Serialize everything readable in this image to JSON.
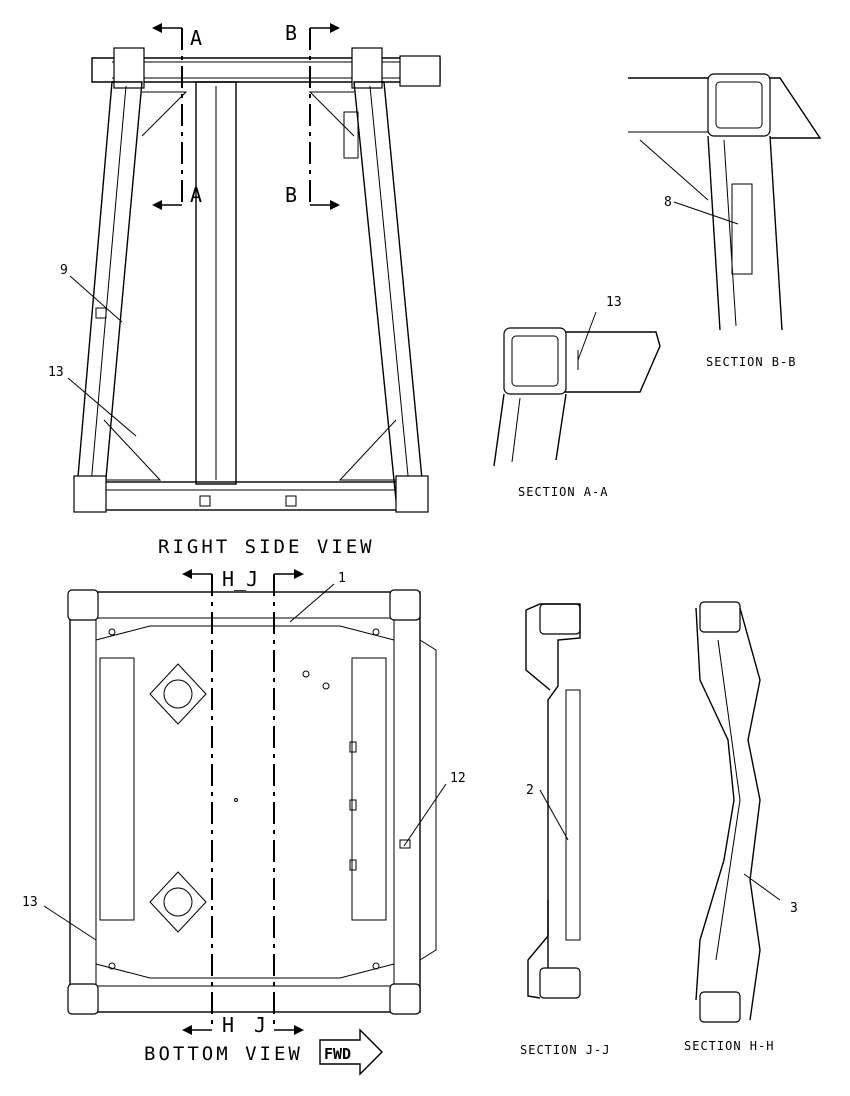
{
  "titles": {
    "right_side_view": "RIGHT SIDE VIEW",
    "bottom_view": "BOTTOM VIEW",
    "fwd": "FWD",
    "section_aa": "SECTION A-A",
    "section_bb": "SECTION B-B",
    "section_jj": "SECTION J-J",
    "section_hh": "SECTION H-H"
  },
  "cut_marks": {
    "a": "A",
    "b": "B",
    "hj": "H_J",
    "h": "H",
    "j": "J"
  },
  "callouts": {
    "c1": "1",
    "c2": "2",
    "c3": "3",
    "c8": "8",
    "c9": "9",
    "c12": "12",
    "c13_side": "13",
    "c13_aa": "13",
    "c13_bottom": "13"
  }
}
